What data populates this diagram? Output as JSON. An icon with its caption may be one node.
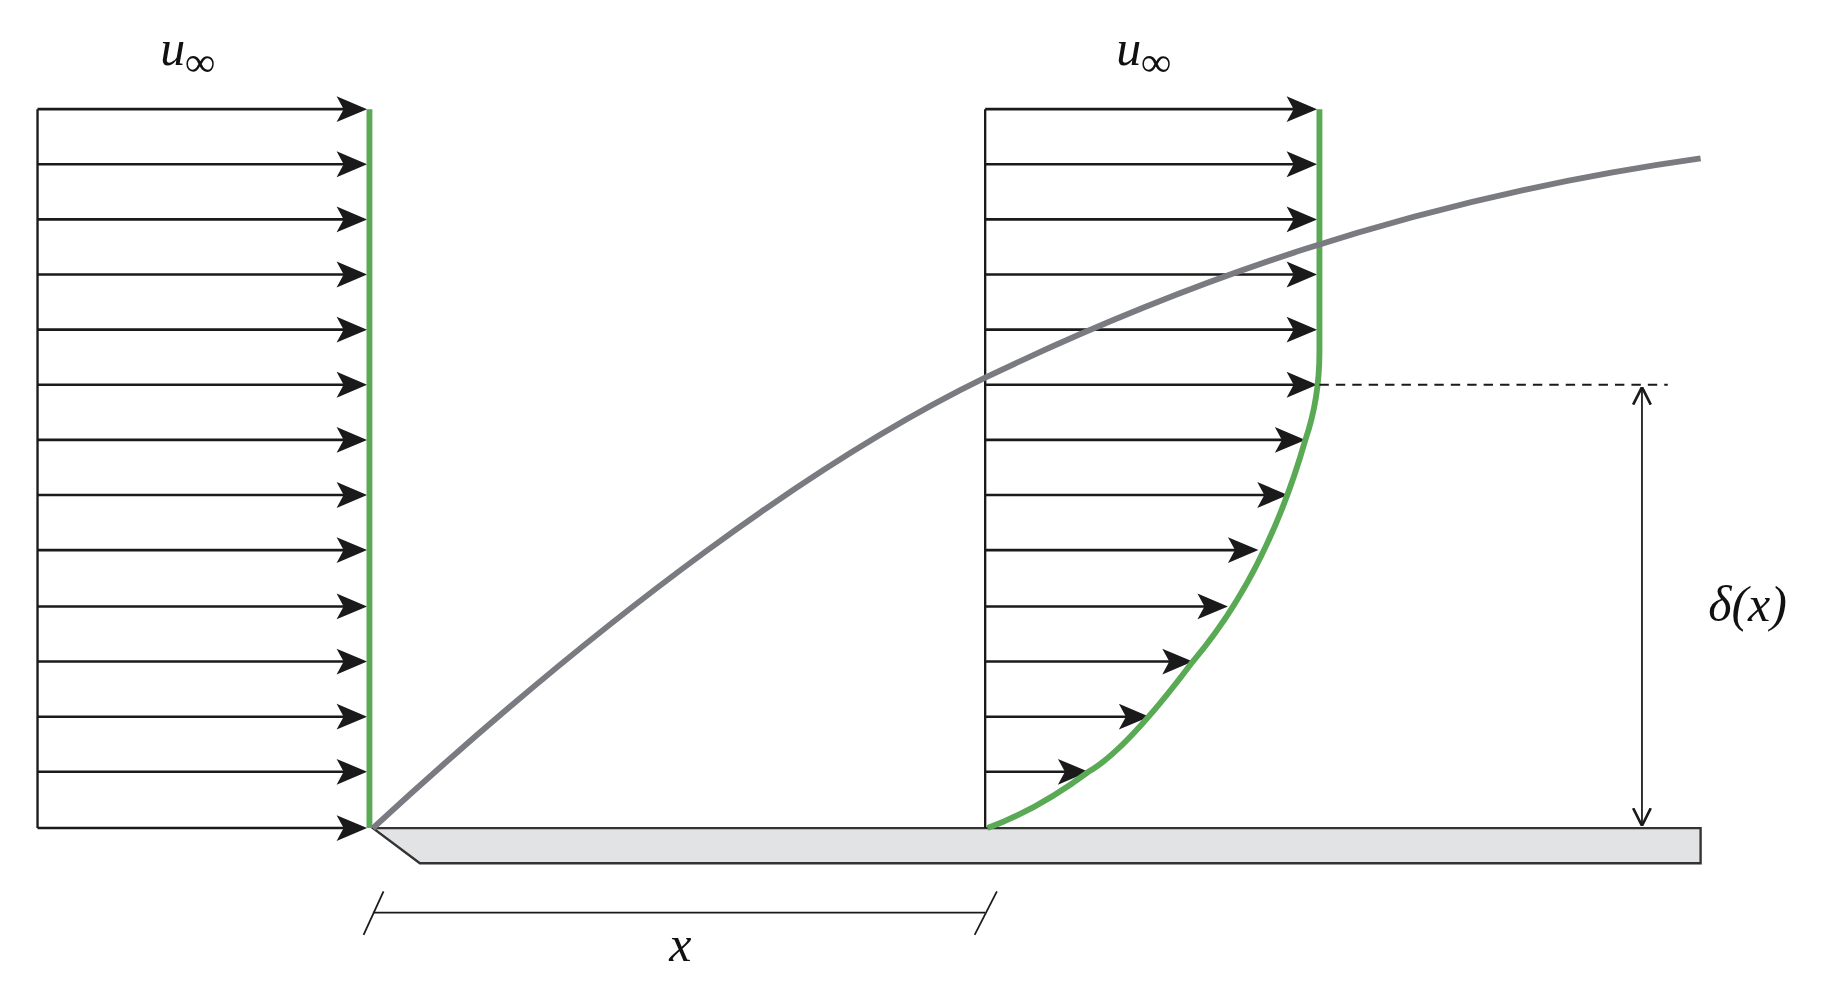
{
  "diagram": {
    "labels": [
      "u$_{∞}$",
      "u$_{∞}$",
      "δ(x)",
      "x"
    ]
  }
}
